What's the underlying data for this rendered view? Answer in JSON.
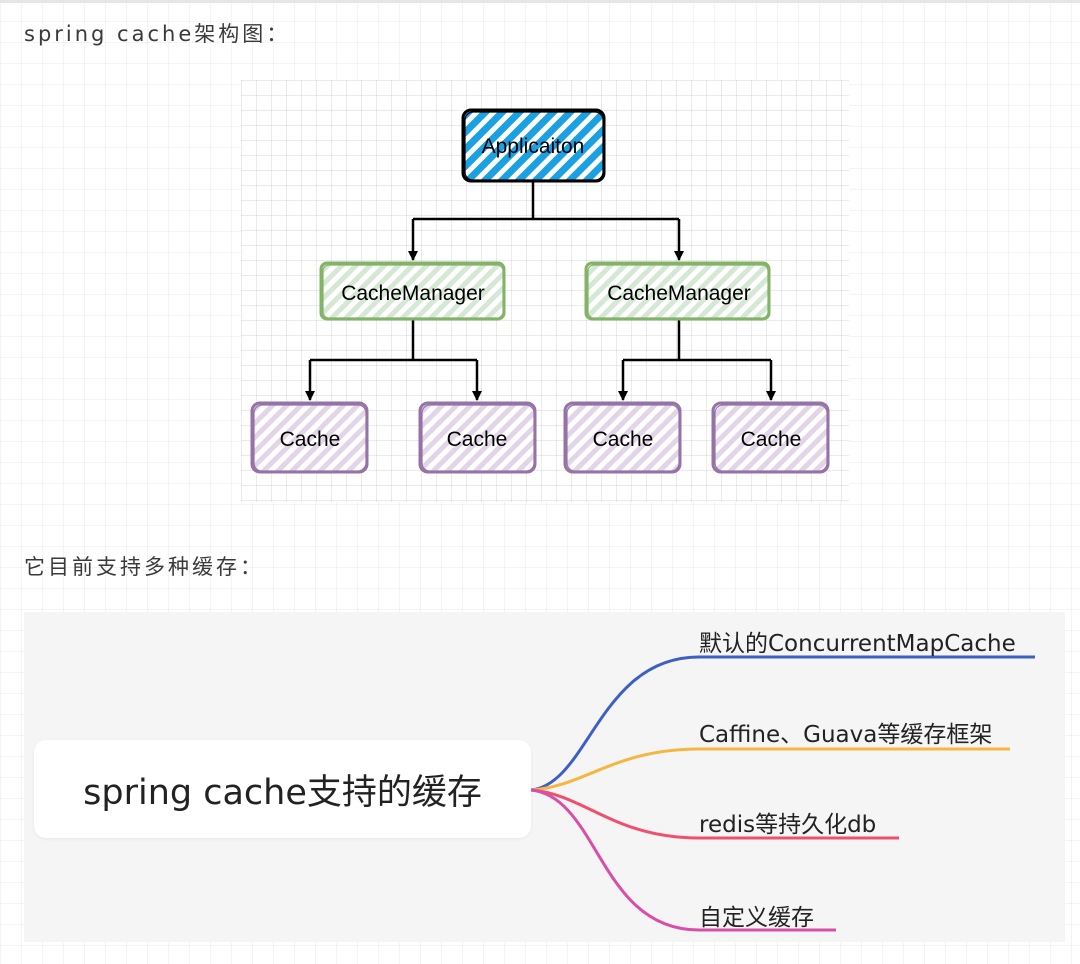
{
  "captions": {
    "architecture": "spring cache架构图：",
    "supports": "它目前支持多种缓存："
  },
  "architecture": {
    "application": "Applicaiton",
    "managers": [
      "CacheManager",
      "CacheManager"
    ],
    "caches": [
      "Cache",
      "Cache",
      "Cache",
      "Cache"
    ],
    "colors": {
      "application_fill": "#1ba1e2",
      "manager_stroke": "#82b366",
      "manager_fill": "#d5e8d4",
      "cache_stroke": "#9673a6",
      "cache_fill": "#e1d5e7"
    }
  },
  "mindmap": {
    "root": "spring cache支持的缓存",
    "branches": [
      {
        "label": "默认的ConcurrentMapCache",
        "color": "#3e5fc6"
      },
      {
        "label": "Caffine、Guava等缓存框架",
        "color": "#f5b642"
      },
      {
        "label": "redis等持久化db",
        "color": "#f0506e"
      },
      {
        "label": "自定义缓存",
        "color": "#d94fa8"
      }
    ]
  }
}
